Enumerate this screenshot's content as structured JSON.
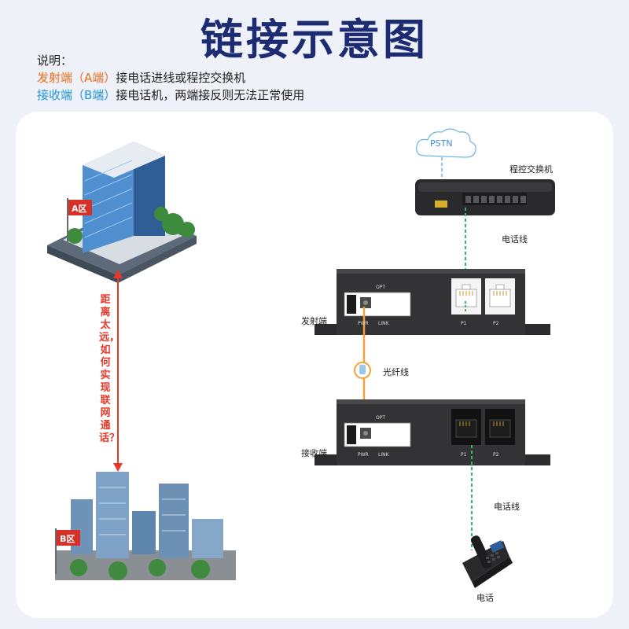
{
  "title": "链接示意图",
  "notes": {
    "heading": "说明：",
    "line_a_prefix": "发射端（A端）",
    "line_a_text": "接电话进线或程控交换机",
    "line_b_prefix": "接收端（B端）",
    "line_b_text": "接电话机，两端接反则无法正常使用"
  },
  "left": {
    "zone_a": "A区",
    "zone_b": "B区",
    "question": "距离太远，如何实现联网通话？"
  },
  "right": {
    "pstn": "PSTN",
    "pbx": "程控交换机",
    "phone_line_top": "电话线",
    "transmitter": "发射端",
    "fiber": "光纤线",
    "receiver": "接收端",
    "phone_line_bottom": "电话线",
    "phone": "电话",
    "device_labels": {
      "opt": "OPT",
      "pwr": "PWR",
      "link": "LINK",
      "p1": "P1",
      "p2": "P2"
    }
  },
  "colors": {
    "title": "#1d2c72",
    "sender": "#ee6b1c",
    "receiver": "#1e95e0",
    "arrow": "#e7392a",
    "phone_line": "#33b86a",
    "fiber": "#f2a23a"
  }
}
